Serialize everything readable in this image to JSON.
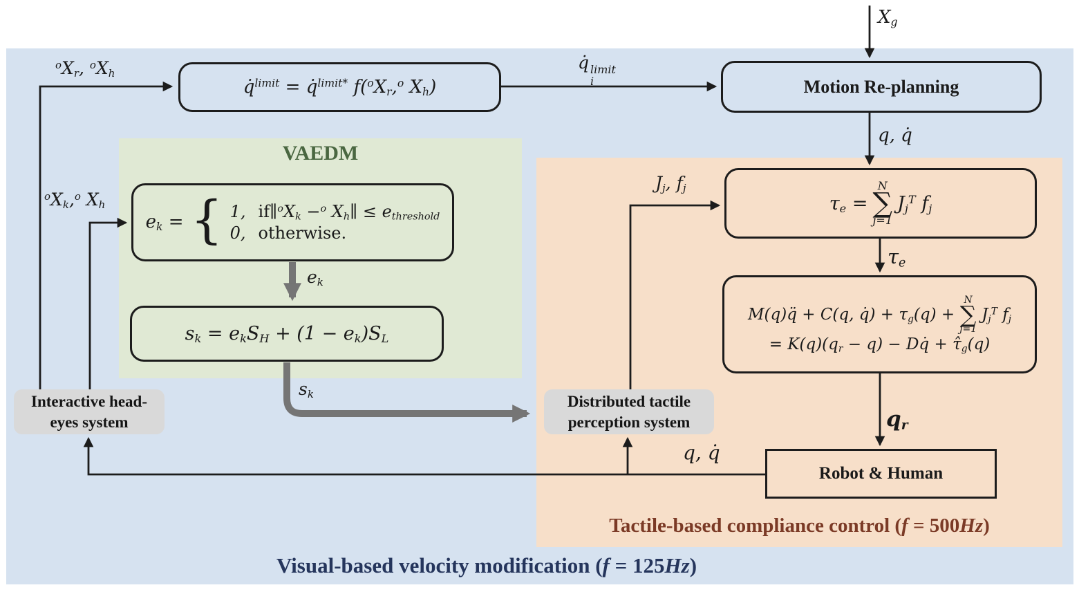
{
  "diagram": {
    "labels": {
      "xg": "X_{g}",
      "xr_xh": "^{o}X_{r}, ^{o}X_{h}",
      "xk_xh": "^{o}X_{k},^{o} X_{h}",
      "qdot_limit_base": "q̇",
      "qdot_limit_sup": "limit",
      "qdot_limit_sub": "i",
      "q_qdot_top": "q, q̇",
      "q_qdot_bottom": "q, q̇",
      "jj_fj": "J_{j}, f_{j}",
      "tau_e": "τ_{e}",
      "qr": "q_{r}",
      "ek": "e_{k}",
      "sk": "s_{k}"
    },
    "boxes": {
      "velocity_eq": "q̇^{limit} = q̇^{limit*} f(^{o}X_{r},^{o} X_{h})",
      "motion": "Motion Re-planning",
      "cases": {
        "lhs": "e_{k} =",
        "brace": "{",
        "row1_value": "1,",
        "row1_if": "if",
        "row1_cond": "∥^{o}X_{k} −^{o} X_{h}∥ ≤ e_{threshold}",
        "row2_value": "0,",
        "row2_text": "otherwise."
      },
      "selection_eq": "s_{k} = e_{k}S_{H} + (1 − e_{k})S_{L}",
      "torque_eq": {
        "lhs": "τ_{e} =",
        "sum_top": "N",
        "sum_symbol": "∑",
        "sum_bottom": "j=1",
        "rhs": "J_{j}^{T} f_{j}"
      },
      "compliance_eq": {
        "line1_pre": "M(q)q̈ + C(q, q̇) + τ_{g}(q) +",
        "sum_top": "N",
        "sum_symbol": "∑",
        "sum_bottom": "j=1",
        "line1_post": "J_{j}^{T} f_{j}",
        "line2": "= K(q)(q_{r} − q) − Dq̇ + τ̂_{g}(q)"
      },
      "robot": "Robot & Human",
      "head_eyes_line1": "Interactive head-",
      "head_eyes_line2": "eyes system",
      "tactile_line1": "Distributed tactile",
      "tactile_line2": "perception system"
    },
    "captions": {
      "vaedm": "VAEDM",
      "tactile": "Tactile-based compliance control (**f** = 500**Hz**)",
      "visual": "Visual-based velocity modification (**f** = 125**Hz**)"
    },
    "colors": {
      "blue_panel": "#d6e2f0",
      "green_panel": "#e0e9d4",
      "orange_panel": "#f7dfc9",
      "gray_label": "#d9d9d9",
      "thick_arrow": "#757575",
      "line": "#1c1c1c",
      "vaedm_text": "#4a6741",
      "tactile_text": "#7b3a26",
      "visual_text": "#25355c"
    }
  }
}
